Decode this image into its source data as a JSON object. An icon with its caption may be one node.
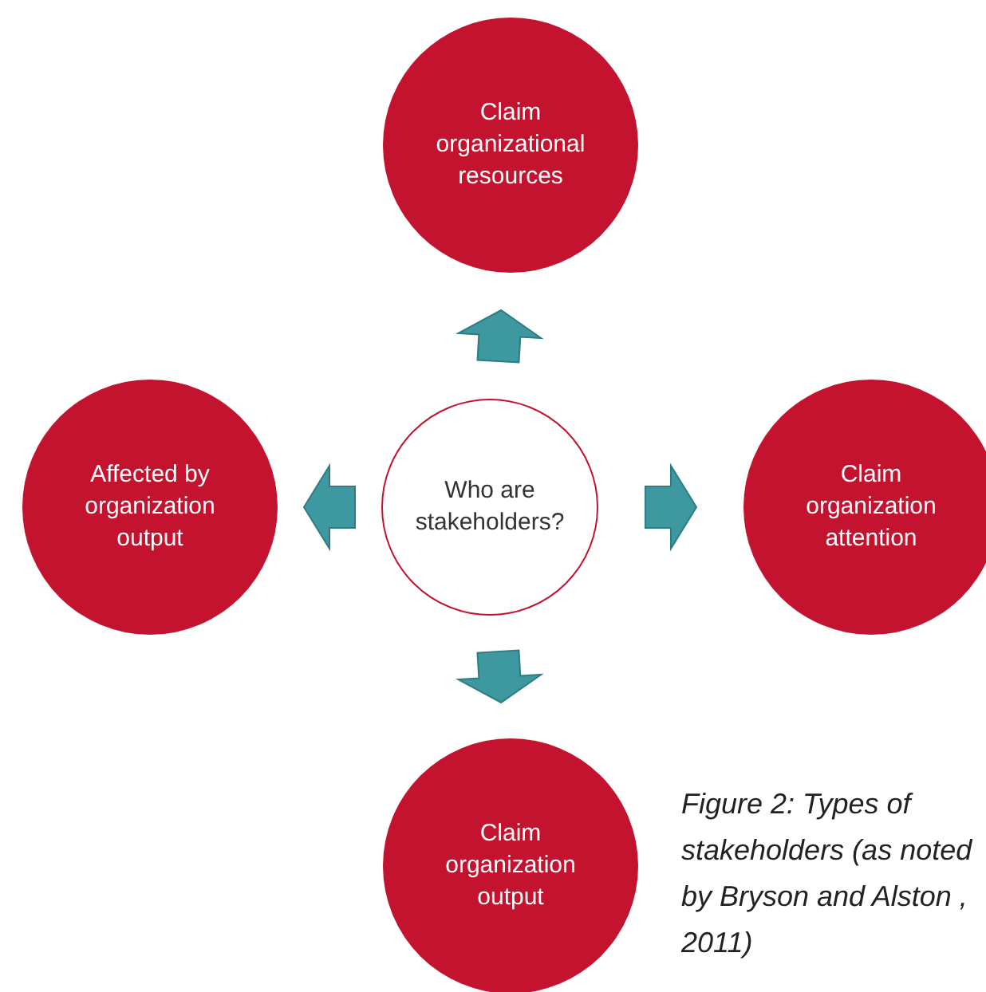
{
  "diagram": {
    "caption": "Figure 2: Types of stakeholders (as noted by Bryson and Alston , 2011)",
    "nodes": [
      {
        "text": [
          "Claim organizational resources"
        ]
      },
      {
        "text": [
          "Affected by organization output"
        ]
      },
      {
        "text": [
          "Who are stakeholders?"
        ]
      },
      {
        "text": [
          "Claim organization attention"
        ]
      },
      {
        "text": [
          "Claim organization output"
        ]
      }
    ],
    "edges": [
      {
        "from": 2,
        "to": 0,
        "arrow": "to"
      },
      {
        "from": 2,
        "to": 1,
        "arrow": "to"
      },
      {
        "from": 2,
        "to": 3,
        "arrow": "to"
      },
      {
        "from": 2,
        "to": 4,
        "arrow": "to"
      }
    ]
  }
}
